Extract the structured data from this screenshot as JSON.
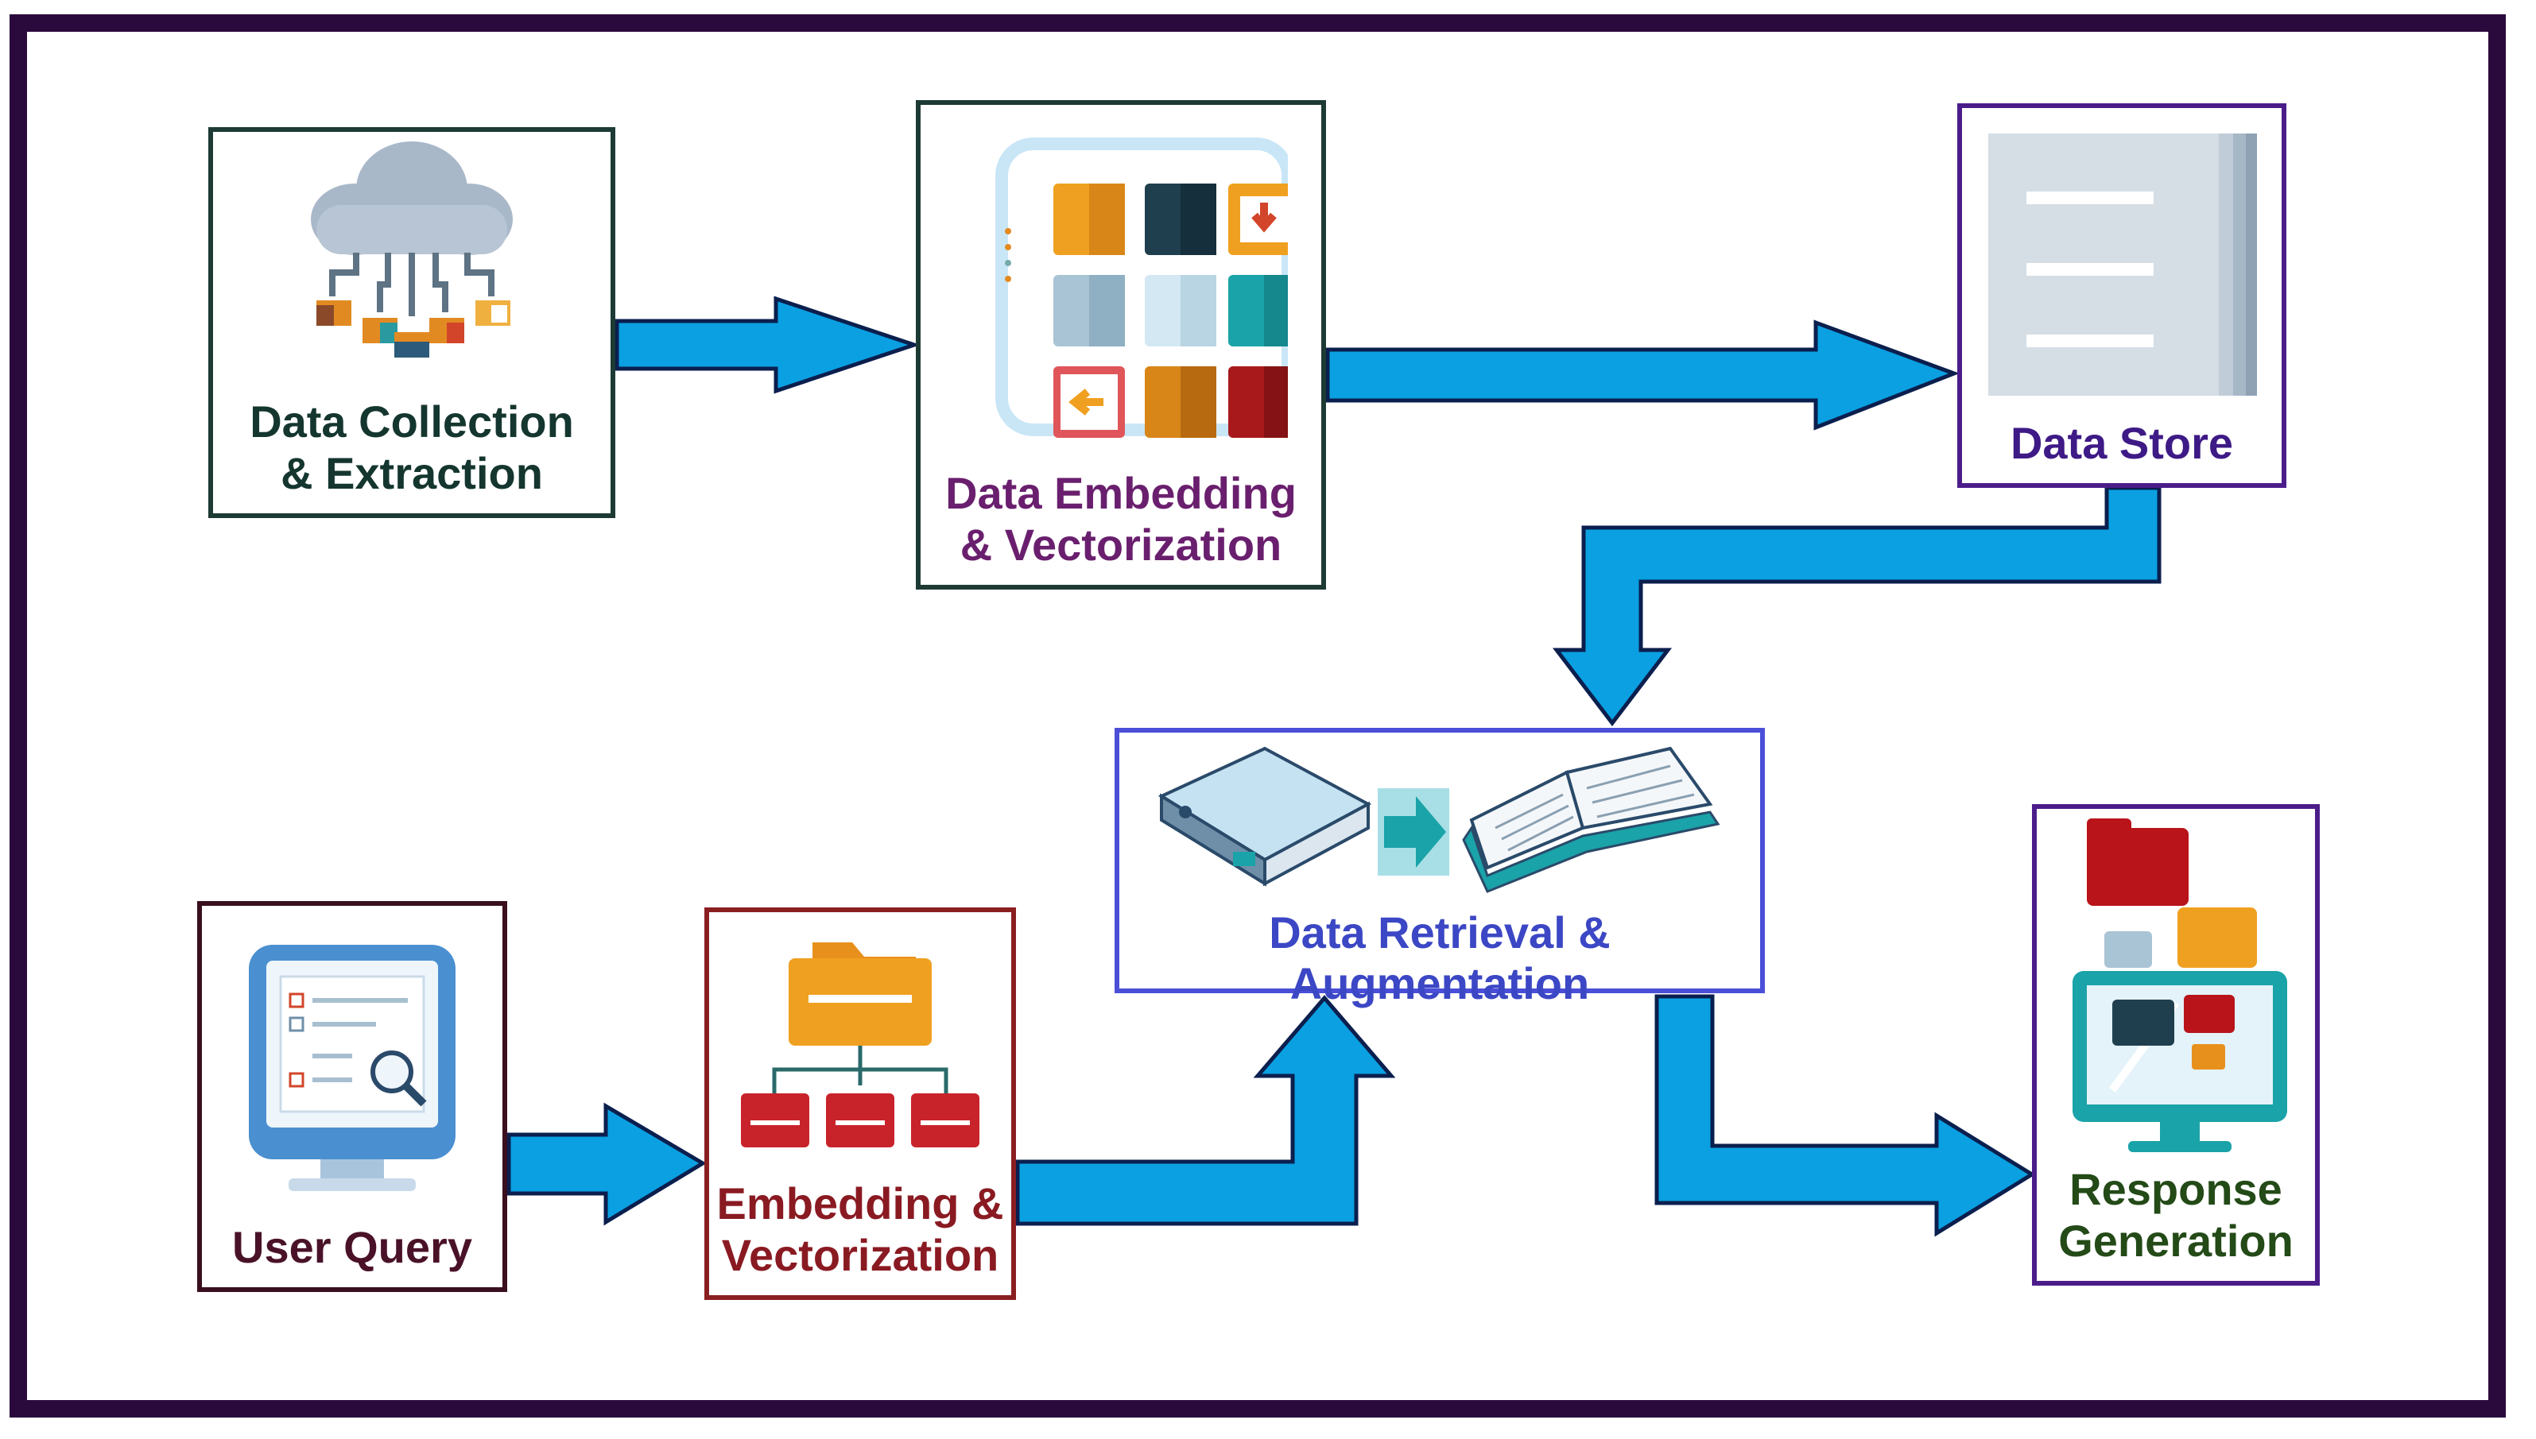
{
  "colors": {
    "frame": "#2a0a3c",
    "arrow_fill": "#0aa0e2",
    "arrow_stroke": "#0b1f4e"
  },
  "nodes": {
    "collection": {
      "label_lines": [
        "Data Collection",
        "& Extraction"
      ],
      "icon": "cloud-distribution-icon",
      "border_color": "#1d3a34",
      "text_color": "#14362f"
    },
    "embedding_top": {
      "label_lines": [
        "Data Embedding",
        "& Vectorization"
      ],
      "icon": "vector-grid-icon",
      "border_color": "#1d3a34",
      "text_color": "#6a1f6e"
    },
    "store": {
      "label_lines": [
        "Data Store"
      ],
      "icon": "document-stack-icon",
      "border_color": "#4b1d8a",
      "text_color": "#3e1a86"
    },
    "retrieval": {
      "label_lines": [
        "Data Retrieval & Augmentation"
      ],
      "icon": "book-transfer-icon",
      "border_color": "#4b4fd8",
      "text_color": "#3b47c4"
    },
    "query": {
      "label_lines": [
        "User Query"
      ],
      "icon": "monitor-search-icon",
      "border_color": "#3a0f1f",
      "text_color": "#4a1228"
    },
    "embedding_bottom": {
      "label_lines": [
        "Embedding &",
        "Vectorization"
      ],
      "icon": "folder-hierarchy-icon",
      "border_color": "#8a1f22",
      "text_color": "#8a1a22"
    },
    "response": {
      "label_lines": [
        "Response",
        "Generation"
      ],
      "icon": "monitor-folders-icon",
      "border_color": "#4b1d8a",
      "text_color": "#234a17"
    }
  },
  "edges": [
    {
      "from": "Data Collection & Extraction",
      "to": "Data Embedding & Vectorization"
    },
    {
      "from": "Data Embedding & Vectorization",
      "to": "Data Store"
    },
    {
      "from": "Data Store",
      "to": "Data Retrieval & Augmentation"
    },
    {
      "from": "User Query",
      "to": "Embedding & Vectorization"
    },
    {
      "from": "Embedding & Vectorization",
      "to": "Data Retrieval & Augmentation"
    },
    {
      "from": "Data Retrieval & Augmentation",
      "to": "Response Generation"
    }
  ]
}
